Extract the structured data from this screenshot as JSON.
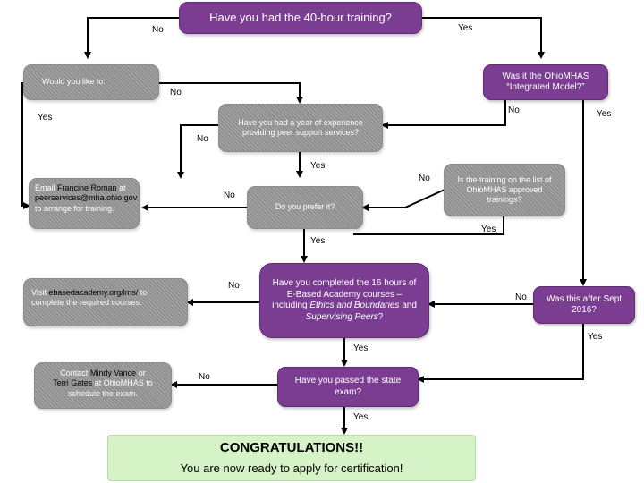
{
  "nodes": {
    "q_40hr": "Have you had the 40-hour training?",
    "q_like_to": "Would you like to:",
    "q_integrated": "Was it the OhioMHAS “Integrated Model?”",
    "q_year_exp": "Have you had a year of experience providing peer support services?",
    "email_francine_pre": "Email",
    "email_francine_name": "Francine Roman",
    "email_francine_at": "at",
    "email_francine_addr": "peerservices@mha.ohio.gov",
    "email_francine_post": "to arrange for training.",
    "q_do_you_prefer": "Do you prefer it?",
    "q_list": "Is the training on the list of OhioMHAS approved trainings?",
    "visit_pre": "Visit",
    "visit_link": "ebasedacademy.org/lms/",
    "visit_post": "to complete the required courses.",
    "q_16hr_line1": "Have you completed the 16 hours of E-Based Academy courses – including",
    "q_16hr_italic1": "Ethics and Boundaries",
    "q_16hr_and": "and",
    "q_16hr_italic2": "Supervising Peers",
    "q_16hr_end": "?",
    "q_sept": "Was this after Sept 2016?",
    "contact_pre": "Contact",
    "contact_mindy": "Mindy Vance",
    "contact_or": "or",
    "contact_terri": "Terri Gates",
    "contact_post": "at OhioMHAS to schedule the exam.",
    "q_exam": "Have you passed the state exam?",
    "congrats_title": "CONGRATULATIONS!!",
    "congrats_sub": "You are now ready to apply for certification!"
  },
  "labels": {
    "top_no": "No",
    "top_yes": "Yes",
    "like_no": "No",
    "left_yes": "Yes",
    "integ_no": "No",
    "integ_yes": "Yes",
    "year_no": "No",
    "year_yes": "Yes",
    "list_no": "No",
    "prefer_no": "No",
    "list_yes": "Yes",
    "prefer_yes": "Yes",
    "e16_no": "No",
    "sept_no": "No",
    "sept_yes": "Yes",
    "e16_yes": "Yes",
    "exam_no": "No",
    "exam_yes": "Yes"
  },
  "colors": {
    "question_fill": "#7b3d91",
    "action_fill": "#8f8f8f",
    "success_fill": "#d6f3c7",
    "arrow": "#000000"
  }
}
